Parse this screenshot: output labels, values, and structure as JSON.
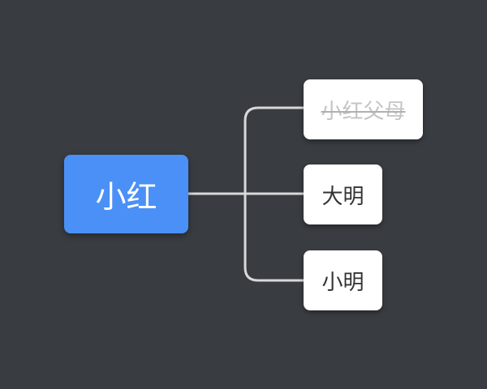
{
  "colors": {
    "background": "#393c41",
    "root_fill": "#4a90f6",
    "child_fill": "#ffffff",
    "connector": "#d9d9d9",
    "struck_text": "#c4c4c4"
  },
  "mindmap": {
    "root": {
      "label": "小红"
    },
    "children": [
      {
        "label": "小红父母",
        "struck_through": true
      },
      {
        "label": "大明",
        "struck_through": false
      },
      {
        "label": "小明",
        "struck_through": false
      }
    ]
  }
}
